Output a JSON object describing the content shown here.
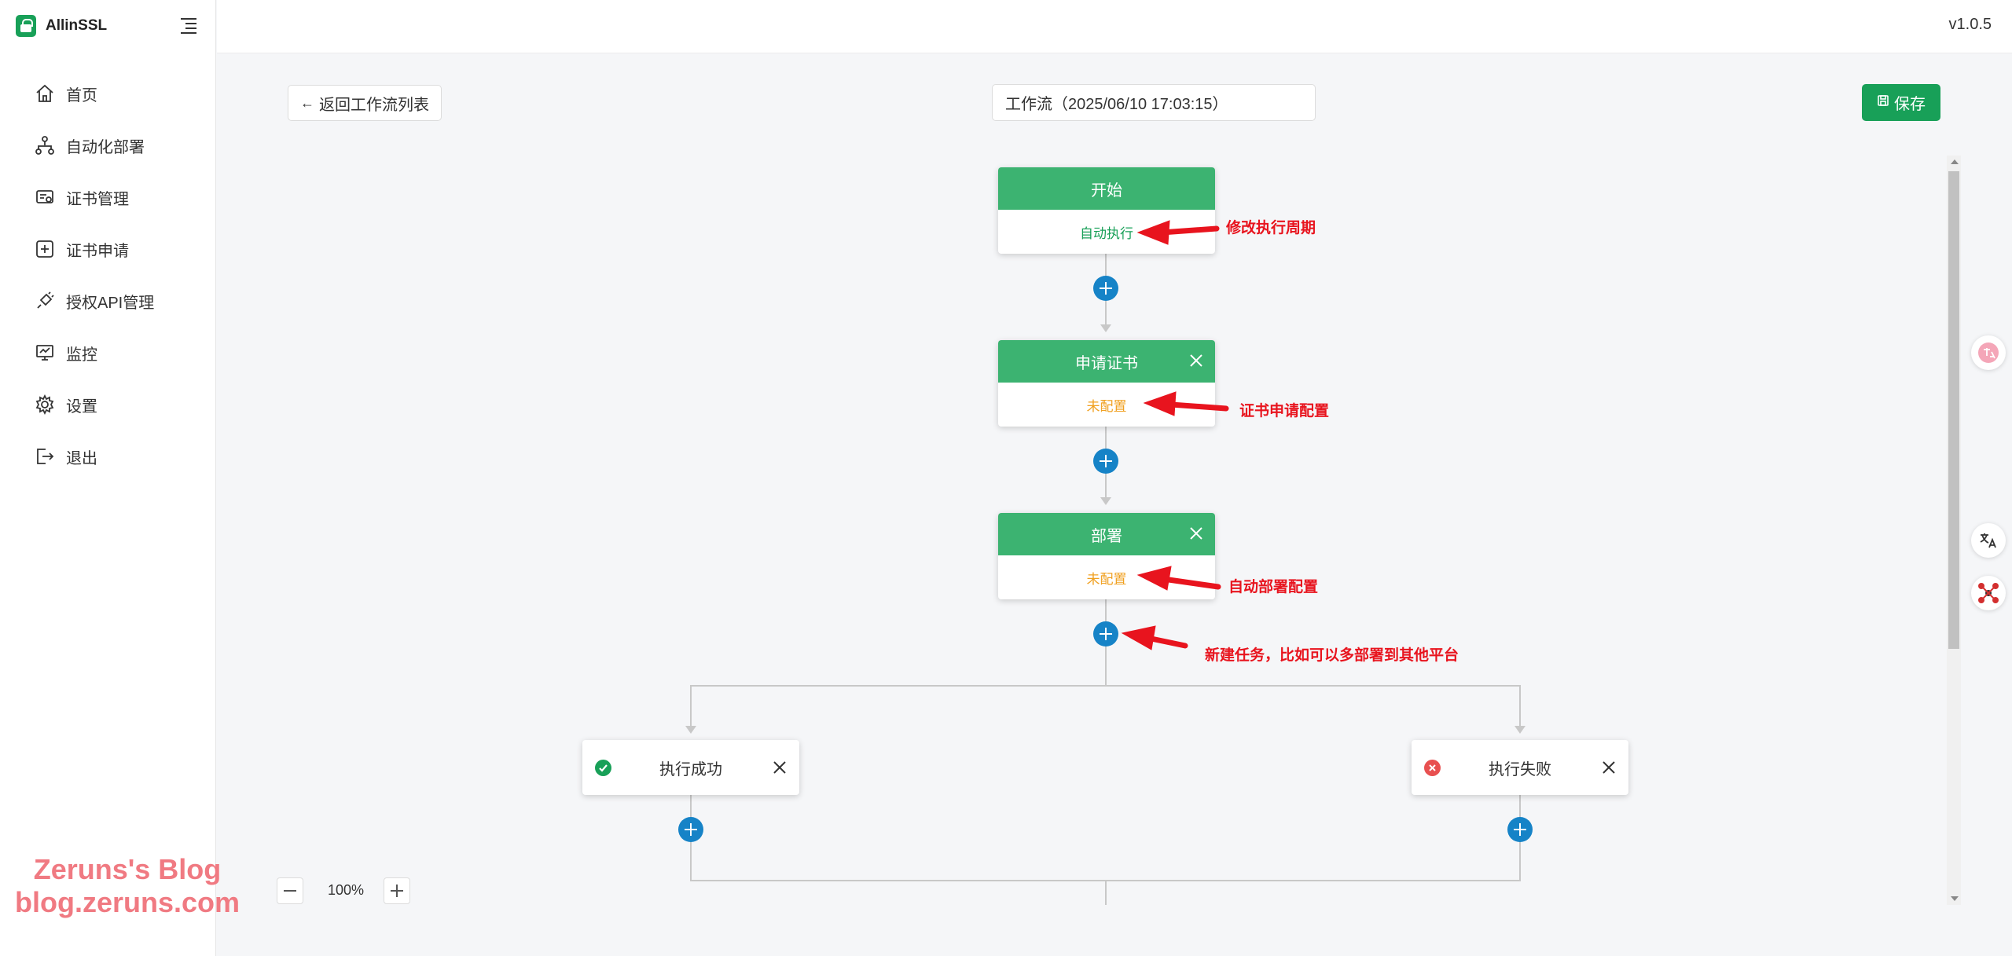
{
  "app": {
    "name": "AllinSSL",
    "version": "v1.0.5"
  },
  "sidebar": {
    "items": [
      {
        "label": "首页",
        "icon": "home-icon"
      },
      {
        "label": "自动化部署",
        "icon": "workflow-icon"
      },
      {
        "label": "证书管理",
        "icon": "certificate-icon"
      },
      {
        "label": "证书申请",
        "icon": "add-square-icon"
      },
      {
        "label": "授权API管理",
        "icon": "plug-icon"
      },
      {
        "label": "监控",
        "icon": "monitor-icon"
      },
      {
        "label": "设置",
        "icon": "gear-icon"
      },
      {
        "label": "退出",
        "icon": "logout-icon"
      }
    ]
  },
  "toolbar": {
    "back_label": "返回工作流列表",
    "workflow_name": "工作流（2025/06/10 17:03:15）",
    "save_label": "保存"
  },
  "nodes": {
    "start": {
      "title": "开始",
      "status": "自动执行"
    },
    "apply": {
      "title": "申请证书",
      "status": "未配置"
    },
    "deploy": {
      "title": "部署",
      "status": "未配置"
    }
  },
  "branches": {
    "success": {
      "label": "执行成功"
    },
    "fail": {
      "label": "执行失败"
    }
  },
  "annotations": {
    "start": "修改执行周期",
    "apply": "证书申请配置",
    "deploy": "自动部署配置",
    "add_task": "新建任务，比如可以多部署到其他平台"
  },
  "zoom": {
    "level": "100%"
  },
  "watermark": {
    "line1": "Zeruns's Blog",
    "line2": "blog.zeruns.com"
  },
  "colors": {
    "brand": "#18a058",
    "node_header": "#3cb371",
    "status_ok": "#18a058",
    "status_pending": "#f0a020",
    "plus_button": "#1683c7",
    "annotation": "#e8141e"
  }
}
